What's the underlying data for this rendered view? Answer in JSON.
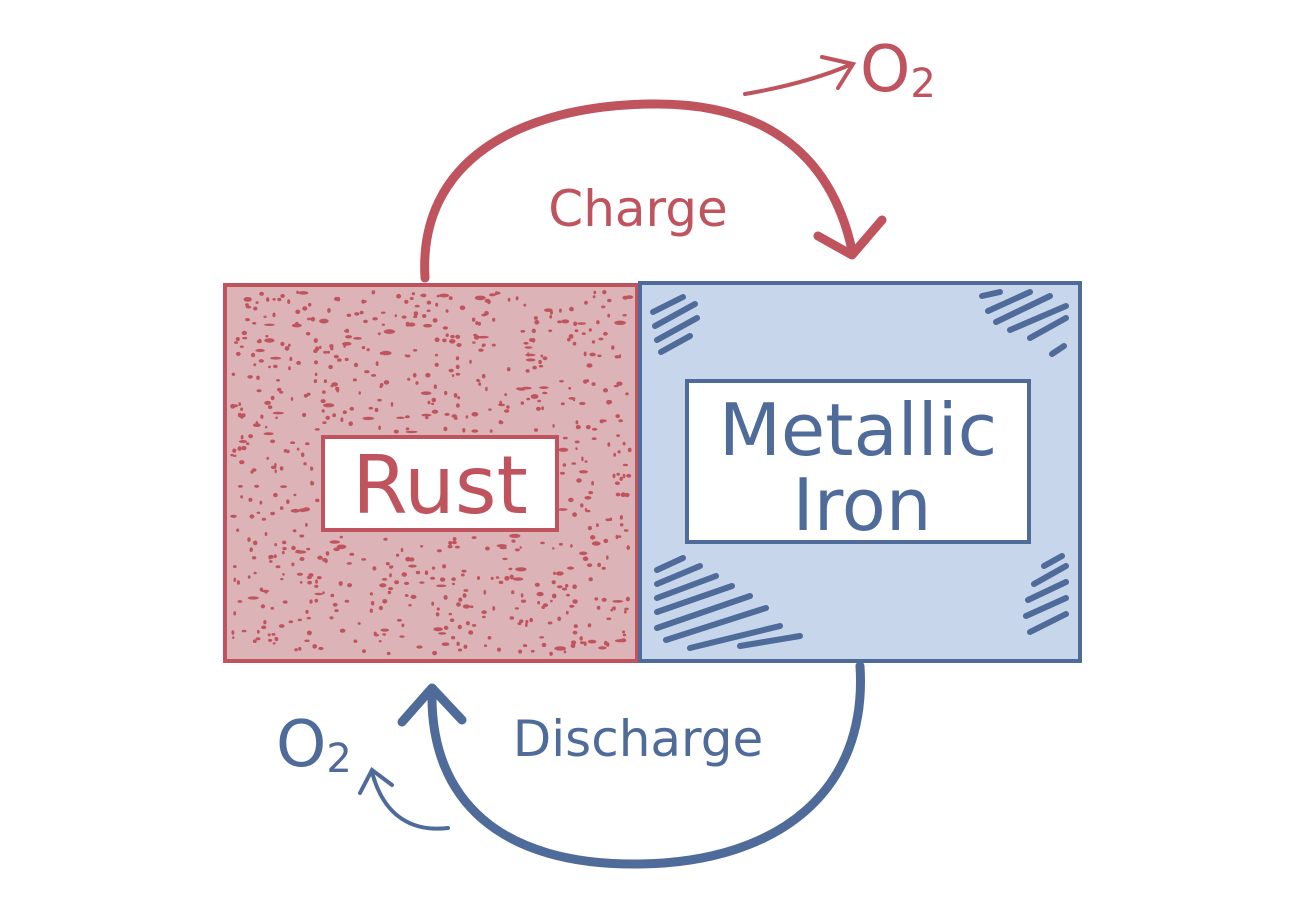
{
  "colors": {
    "background": "#ffffff",
    "rust_stroke": "#c0545e",
    "rust_fill": "#dcb3b6",
    "iron_stroke": "#4f6b99",
    "iron_fill": "#c7d6ea",
    "label_box_fill": "#ffffff"
  },
  "rust_box": {
    "label": "Rust"
  },
  "iron_box": {
    "label_line1": "Metallic",
    "label_line2": "Iron"
  },
  "charge": {
    "label": "Charge",
    "gas_label": "O",
    "gas_subscript": "2"
  },
  "discharge": {
    "label": "Discharge",
    "gas_label": "O",
    "gas_subscript": "2"
  }
}
